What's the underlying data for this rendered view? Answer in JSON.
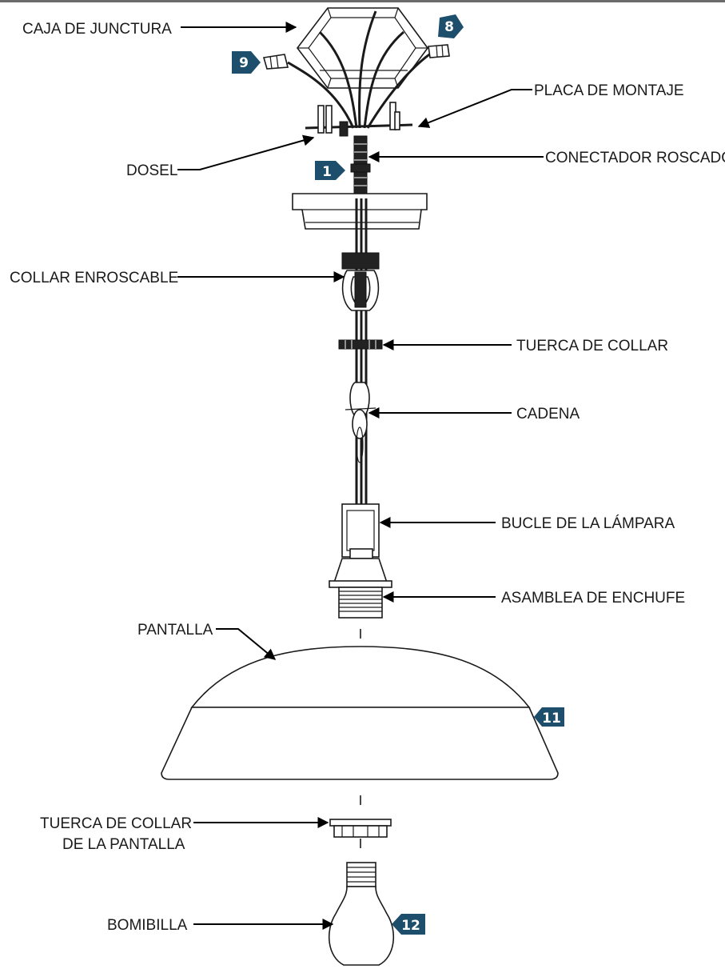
{
  "labels": {
    "junction_box": "CAJA DE JUNCTURA",
    "mounting_plate": "PLACA DE MONTAJE",
    "canopy": "DOSEL",
    "threaded_connector": "CONECTADOR ROSCADO",
    "threaded_collar": "COLLAR ENROSCABLE",
    "collar_nut": "TUERCA DE COLLAR",
    "chain": "CADENA",
    "lamp_loop": "BUCLE DE LA LÁMPARA",
    "socket_assembly": "ASAMBLEA DE ENCHUFE",
    "shade": "PANTALLA",
    "shade_collar_nut_line1": "TUERCA DE COLLAR",
    "shade_collar_nut_line2": "DE LA PANTALLA",
    "bulb": "BOMIBILLA"
  },
  "badges": {
    "b8": "8",
    "b9": "9",
    "b1": "1",
    "b11": "11",
    "b12": "12"
  },
  "colors": {
    "badge": "#1d4e6b",
    "line": "#1a1a1a",
    "background": "#ffffff"
  }
}
